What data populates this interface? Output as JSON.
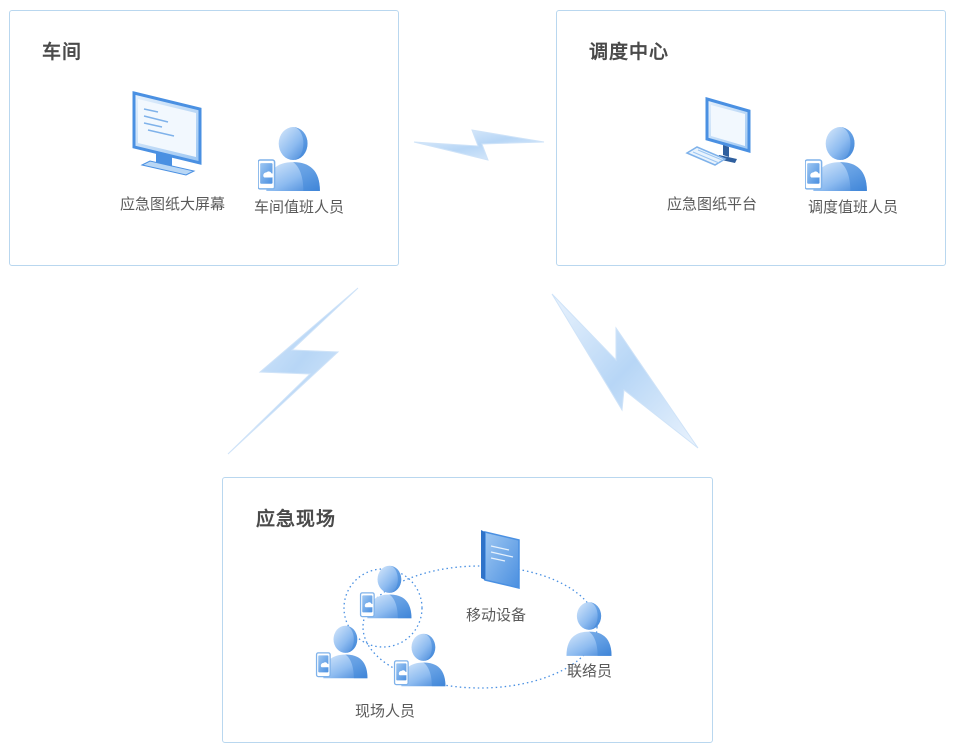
{
  "workshop": {
    "title": "车间",
    "big_screen_label": "应急图纸大屏幕",
    "staff_label": "车间值班人员"
  },
  "dispatch": {
    "title": "调度中心",
    "platform_label": "应急图纸平台",
    "staff_label": "调度值班人员"
  },
  "scene": {
    "title": "应急现场",
    "mobile_label": "移动设备",
    "liaison_label": "联络员",
    "personnel_label": "现场人员"
  },
  "colors": {
    "border": "#b9d7ef",
    "accent": "#4a90e2",
    "icon_light": "#cfe3f8",
    "icon_dark": "#3f86d8"
  }
}
